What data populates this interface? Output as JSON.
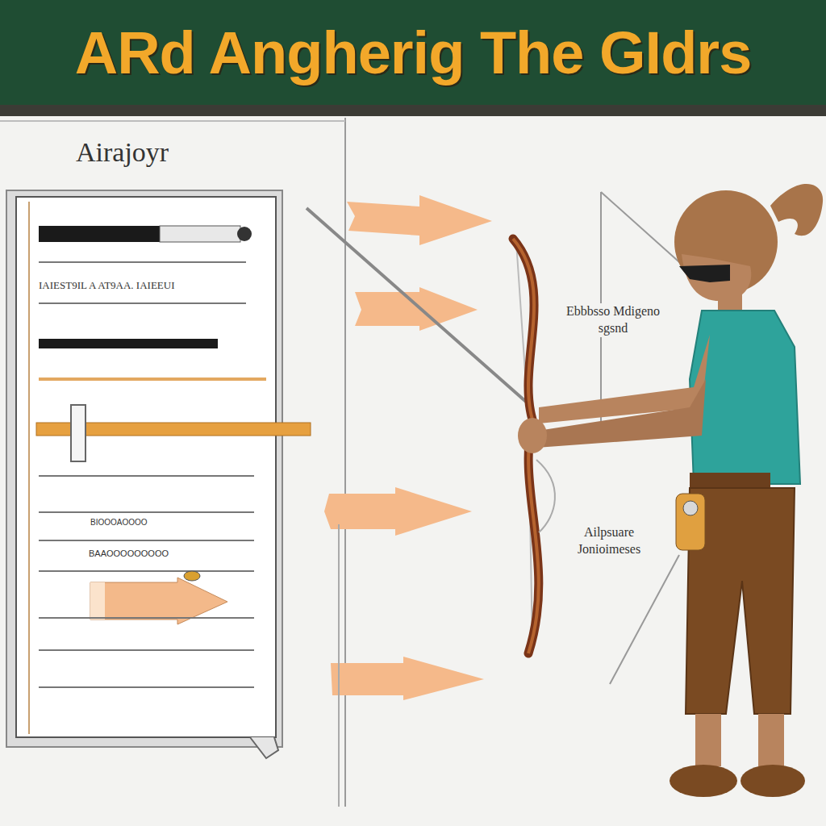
{
  "diagram": {
    "title": "ARd Angherig The GIdrs",
    "nodes": [
      {
        "text": [
          "Airajoyr",
          "IAIEST9IL A AT9AA. IAIEEUI",
          "BIOOOAOOOO",
          "BAAOOOOOOOOO"
        ]
      }
    ],
    "labels": [
      "Ebbbsso Mdigeno sgsnd",
      "Ailpsuare Jonioimeses"
    ]
  }
}
